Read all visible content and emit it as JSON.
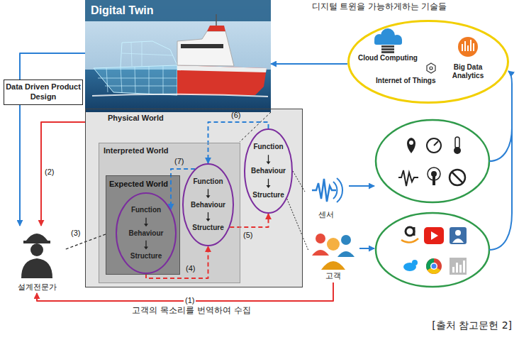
{
  "diagram": {
    "caption": "[출처 참고문헌 2]",
    "nodes": [
      {
        "text": [
          "Digital Twin"
        ]
      },
      {
        "text": [
          "디지털 트윈을 가능하게하는 기술들",
          "Cloud Computing",
          "Big Data Analytics",
          "Internet of Things"
        ]
      },
      {
        "text": [
          "Physical World"
        ]
      },
      {
        "text": [
          "Interpreted World"
        ],
        "in": 2
      },
      {
        "text": [
          "Expected World"
        ],
        "in": 3
      },
      {
        "text": [
          "Function",
          "Behaviour",
          "Structure"
        ],
        "in": 4
      },
      {
        "text": [
          "Function",
          "Behaviour",
          "Structure"
        ],
        "in": 3
      },
      {
        "text": [
          "Function",
          "Behaviour",
          "Structure"
        ],
        "in": 2
      },
      {
        "text": [
          "센서"
        ]
      },
      {
        "text": [
          "설계전문가"
        ]
      },
      {
        "text": [
          "고객"
        ]
      }
    ],
    "edges": [
      {
        "from": 1,
        "to": 0,
        "arrow": "to"
      },
      {
        "from": 0,
        "to": 9,
        "label": "Data Driven Product Design",
        "arrow": "to"
      },
      {
        "from": 10,
        "to": 9,
        "label": "(1)",
        "arrow": "to"
      },
      {
        "from": 2,
        "to": 9,
        "label": "(2)",
        "arrow": "to"
      },
      {
        "from": 4,
        "to": 9,
        "label": "(3)",
        "arrow": "none"
      },
      {
        "from": 5,
        "to": 6,
        "label": "(4)",
        "arrow": "to"
      },
      {
        "from": 6,
        "to": 7,
        "label": "(5)",
        "arrow": "to"
      },
      {
        "from": 7,
        "to": 6,
        "label": "(6)",
        "arrow": "to"
      },
      {
        "from": 6,
        "to": 5,
        "label": "(7)",
        "arrow": "to"
      },
      {
        "from": 7,
        "to": 8,
        "arrow": "none"
      },
      {
        "from": 7,
        "to": 10,
        "arrow": "none"
      }
    ],
    "labels": [
      "고객의 목소리를 번역하여 수집"
    ]
  }
}
